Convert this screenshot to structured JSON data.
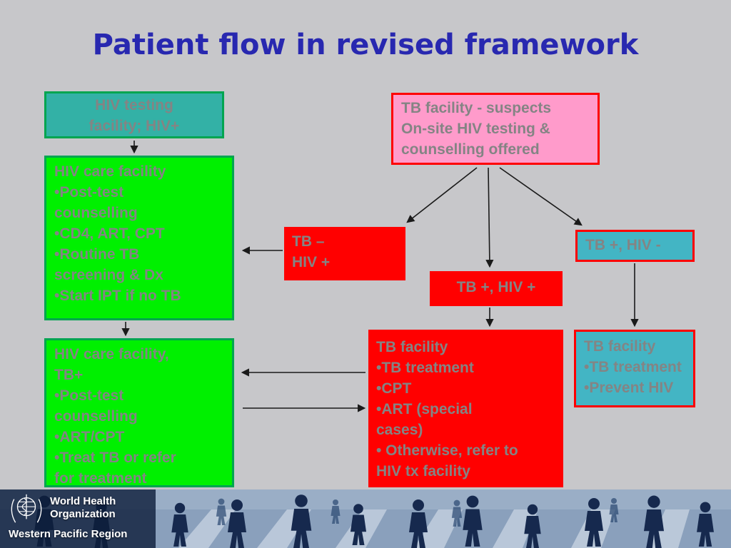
{
  "title": "Patient flow in revised framework",
  "colors": {
    "slide_bg": "#c7c7ca",
    "title": "#2828b0",
    "text_gray": "#848484",
    "teal_left": "#33b1a6",
    "teal_right": "#43b5c4",
    "green_fill": "#00f000",
    "green_border": "#00a550",
    "pink_fill": "#ff9bcb",
    "red": "#ff0000"
  },
  "boxes": {
    "hiv_testing": "HIV testing\nfacility; HIV+",
    "tb_suspects": "TB facility - suspects\nOn-site HIV testing &\ncounselling offered",
    "hiv_care": "HIV care facility\n•Post-test\ncounselling\n•CD4, ART, CPT\n•Routine TB\nscreening & Dx\n•Start IPT if no TB",
    "tb_neg_hiv_pos": "TB –\nHIV +",
    "tb_pos_hiv_pos": "TB +, HIV +",
    "tb_pos_hiv_neg": "TB +, HIV -",
    "hiv_care_tb": "HIV care facility,\nTB+\n•Post-test\ncounselling\n•ART/CPT\n•Treat TB or refer\nfor treatment",
    "tb_facility_red": "TB facility\n•TB treatment\n•CPT\n•ART (special\ncases)\n• Otherwise, refer to\nHIV tx facility",
    "tb_facility_teal": "TB facility\n•TB treatment\n•Prevent HIV"
  },
  "footer": {
    "org_name": "World Health\nOrganization",
    "region": "Western Pacific Region"
  }
}
